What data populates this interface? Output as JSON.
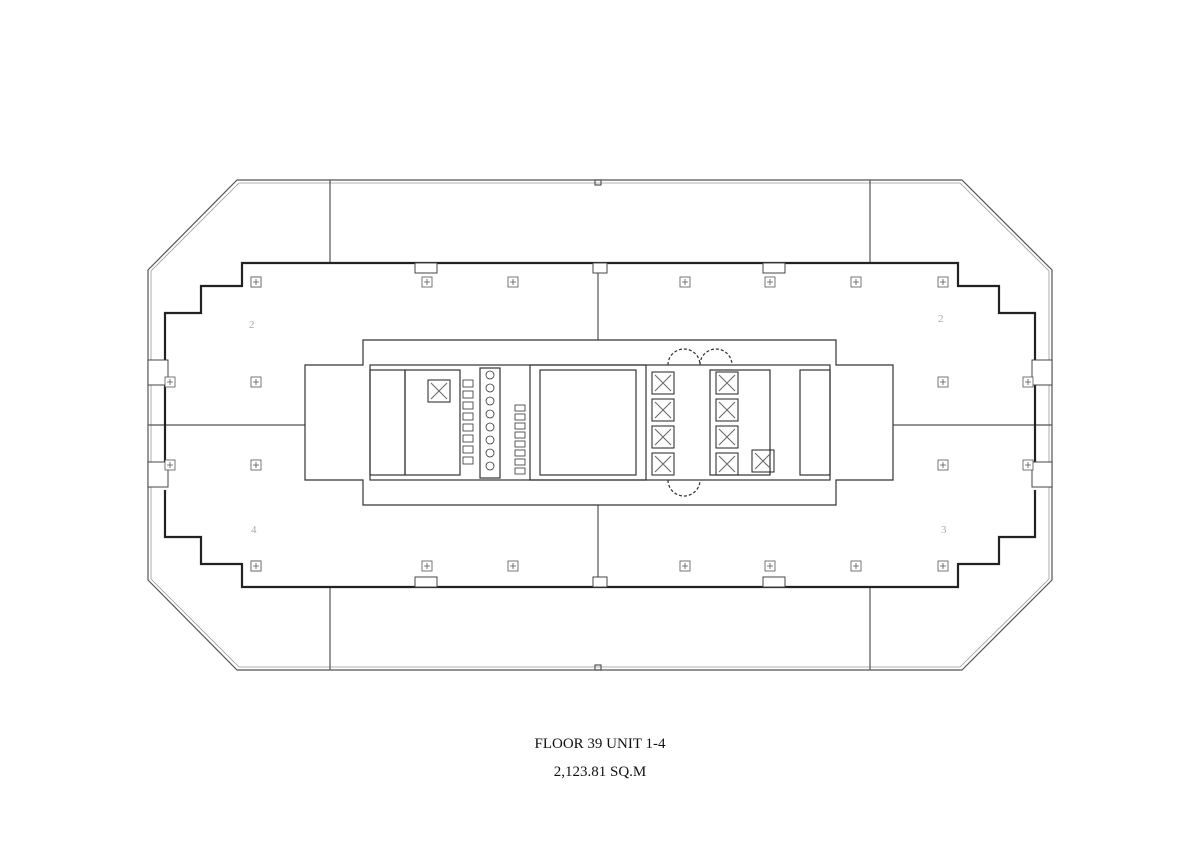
{
  "title": "FLOOR 39 UNIT 1-4",
  "area": "2,123.81 SQ.M",
  "units": [
    {
      "label": "2",
      "pos": "top-left"
    },
    {
      "label": "2",
      "pos": "top-right"
    },
    {
      "label": "4",
      "pos": "bottom-left"
    },
    {
      "label": "3",
      "pos": "bottom-right"
    }
  ]
}
